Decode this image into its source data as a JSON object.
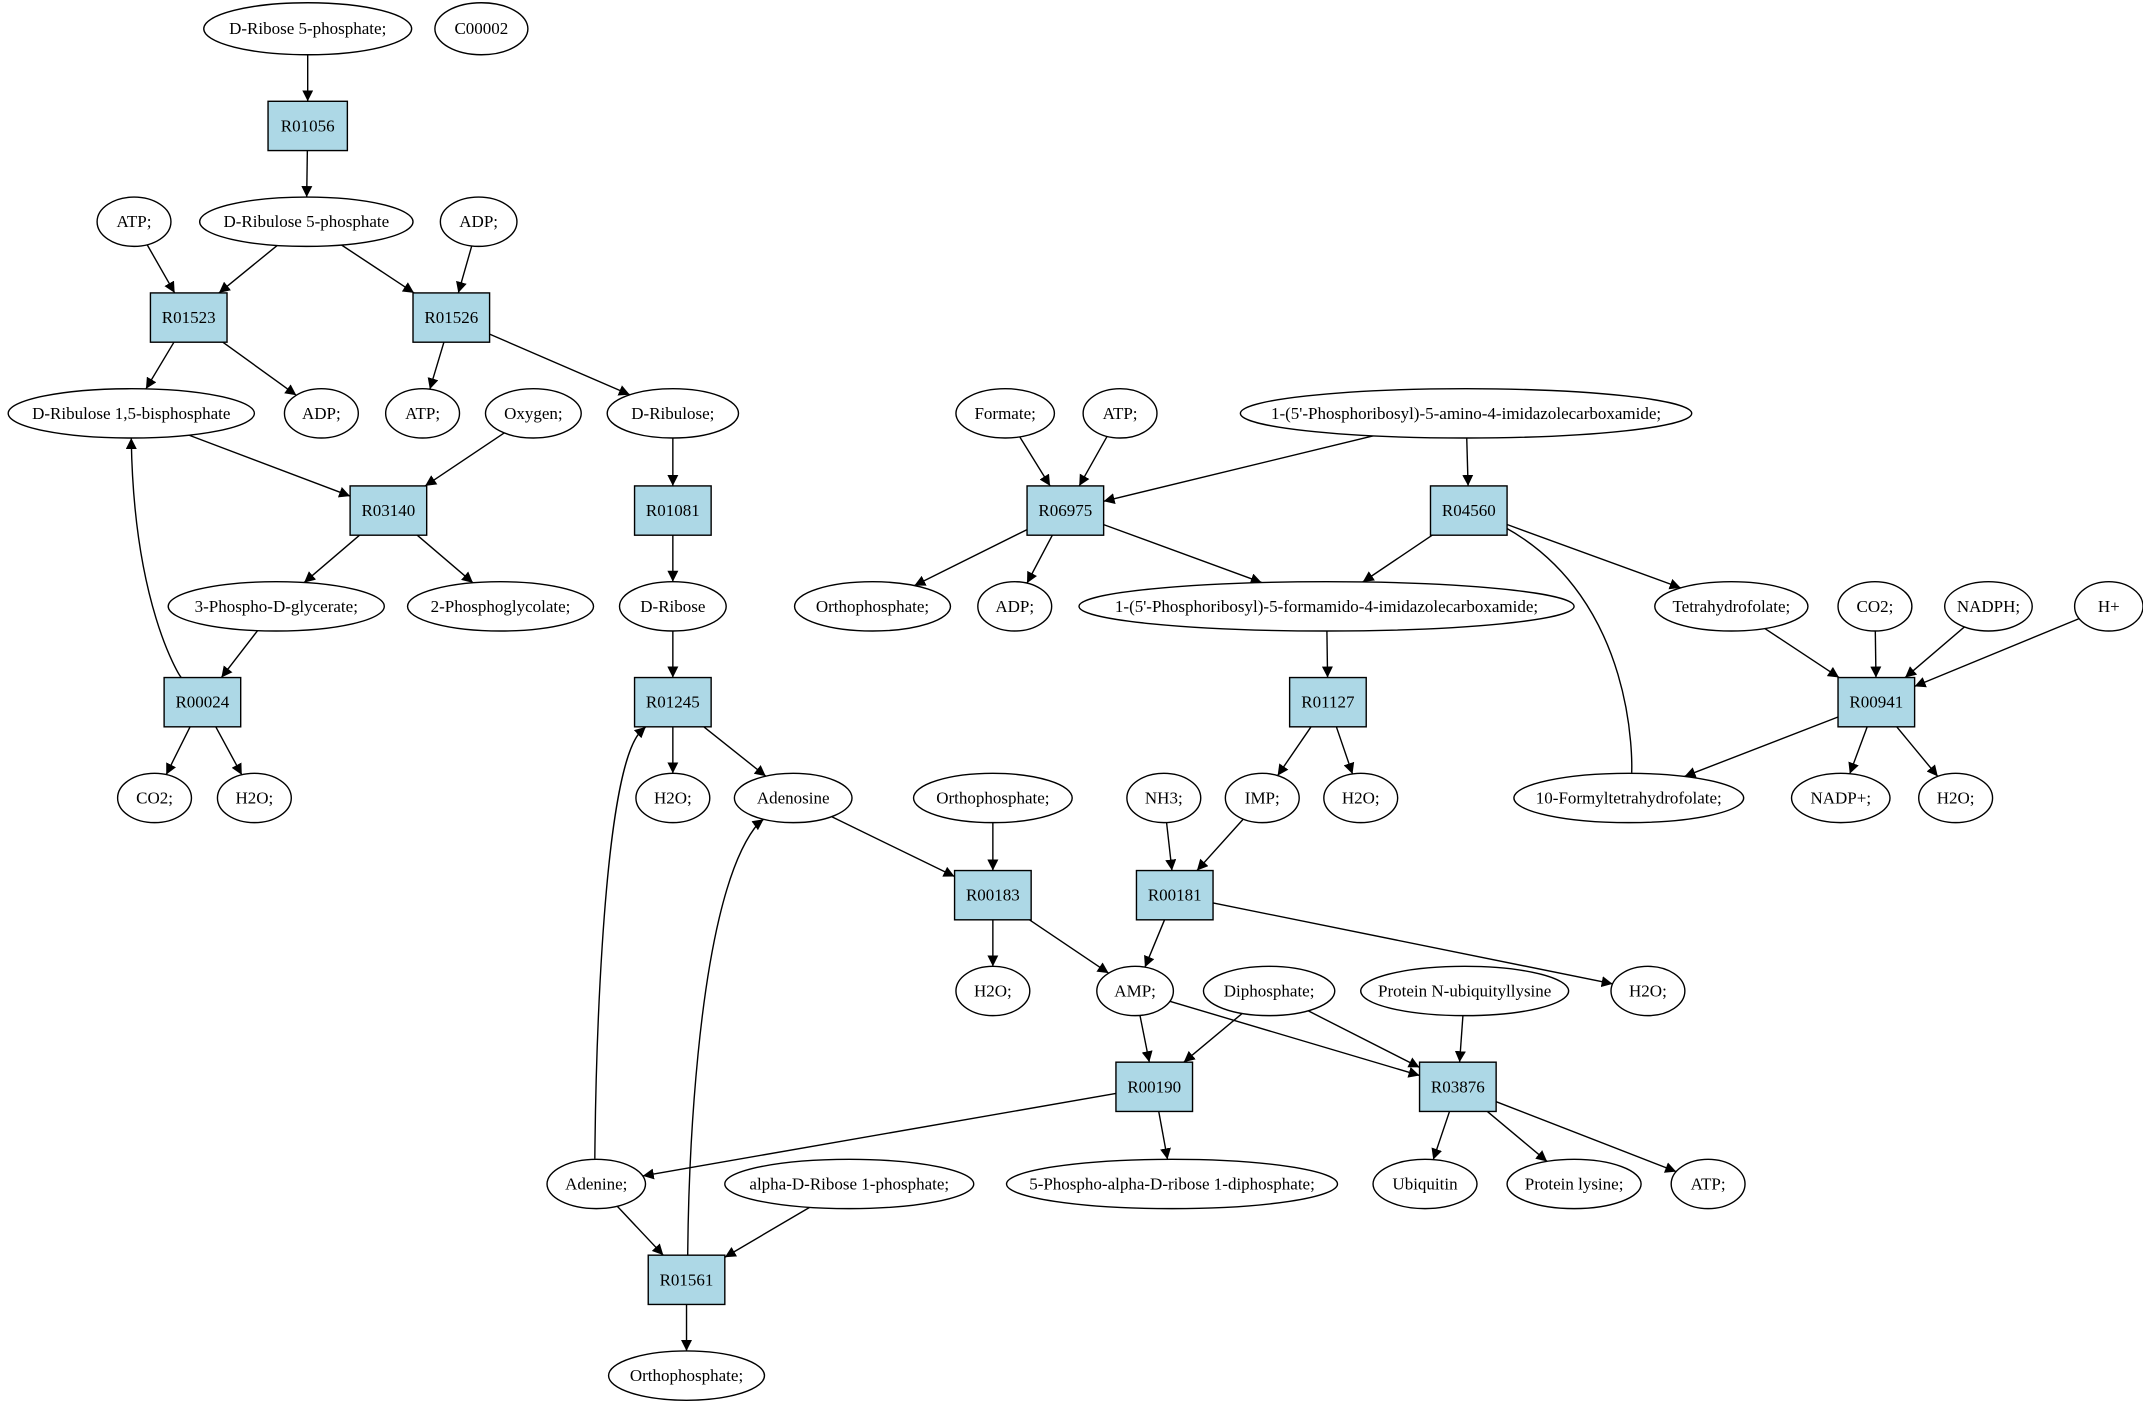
{
  "nodes": {
    "n_d_ribose_5p": {
      "label": "D-Ribose 5-phosphate;",
      "kind": "compound",
      "fill": "#00e600"
    },
    "n_c00002": {
      "label": "C00002",
      "kind": "compound",
      "fill": "#ffff00"
    },
    "r01056": {
      "label": "R01056",
      "kind": "reaction"
    },
    "n_atp_1": {
      "label": "ATP;",
      "kind": "compound"
    },
    "n_d_ribulose_5p": {
      "label": "D-Ribulose 5-phosphate",
      "kind": "compound"
    },
    "n_adp_1": {
      "label": "ADP;",
      "kind": "compound"
    },
    "r01523": {
      "label": "R01523",
      "kind": "reaction"
    },
    "r01526": {
      "label": "R01526",
      "kind": "reaction"
    },
    "n_ribulose_bp": {
      "label": "D-Ribulose 1,5-bisphosphate",
      "kind": "compound"
    },
    "n_adp_2": {
      "label": "ADP;",
      "kind": "compound"
    },
    "n_atp_2": {
      "label": "ATP;",
      "kind": "compound"
    },
    "n_oxygen": {
      "label": "Oxygen;",
      "kind": "compound"
    },
    "n_d_ribulose": {
      "label": "D-Ribulose;",
      "kind": "compound"
    },
    "r03140": {
      "label": "R03140",
      "kind": "reaction"
    },
    "r01081": {
      "label": "R01081",
      "kind": "reaction"
    },
    "n_3pg": {
      "label": "3-Phospho-D-glycerate;",
      "kind": "compound"
    },
    "n_2pg": {
      "label": "2-Phosphoglycolate;",
      "kind": "compound"
    },
    "n_d_ribose": {
      "label": "D-Ribose",
      "kind": "compound"
    },
    "r00024": {
      "label": "R00024",
      "kind": "reaction"
    },
    "r01245": {
      "label": "R01245",
      "kind": "reaction"
    },
    "n_co2_1": {
      "label": "CO2;",
      "kind": "compound"
    },
    "n_h2o_1": {
      "label": "H2O;",
      "kind": "compound"
    },
    "n_h2o_2": {
      "label": "H2O;",
      "kind": "compound"
    },
    "n_adenosine": {
      "label": "Adenosine",
      "kind": "compound"
    },
    "n_formate": {
      "label": "Formate;",
      "kind": "compound"
    },
    "n_atp_3": {
      "label": "ATP;",
      "kind": "compound"
    },
    "n_aicar": {
      "label": "1-(5'-Phosphoribosyl)-5-amino-4-imidazolecarboxamide;",
      "kind": "compound"
    },
    "r06975": {
      "label": "R06975",
      "kind": "reaction"
    },
    "r04560": {
      "label": "R04560",
      "kind": "reaction"
    },
    "n_orthophosphate_1": {
      "label": "Orthophosphate;",
      "kind": "compound"
    },
    "n_adp_3": {
      "label": "ADP;",
      "kind": "compound"
    },
    "n_faicar": {
      "label": "1-(5'-Phosphoribosyl)-5-formamido-4-imidazolecarboxamide;",
      "kind": "compound"
    },
    "n_thf": {
      "label": "Tetrahydrofolate;",
      "kind": "compound"
    },
    "n_co2_2": {
      "label": "CO2;",
      "kind": "compound"
    },
    "n_nadph": {
      "label": "NADPH;",
      "kind": "compound"
    },
    "n_hplus": {
      "label": "H+",
      "kind": "compound"
    },
    "r01127": {
      "label": "R01127",
      "kind": "reaction"
    },
    "r00941": {
      "label": "R00941",
      "kind": "reaction"
    },
    "n_orthophosphate_2": {
      "label": "Orthophosphate;",
      "kind": "compound"
    },
    "n_nh3": {
      "label": "NH3;",
      "kind": "compound"
    },
    "n_imp": {
      "label": "IMP;",
      "kind": "compound"
    },
    "n_h2o_3": {
      "label": "H2O;",
      "kind": "compound"
    },
    "n_10fthf": {
      "label": "10-Formyltetrahydrofolate;",
      "kind": "compound"
    },
    "n_nadp": {
      "label": "NADP+;",
      "kind": "compound"
    },
    "n_h2o_4": {
      "label": "H2O;",
      "kind": "compound"
    },
    "r00183": {
      "label": "R00183",
      "kind": "reaction"
    },
    "r00181": {
      "label": "R00181",
      "kind": "reaction"
    },
    "n_h2o_5": {
      "label": "H2O;",
      "kind": "compound"
    },
    "n_amp": {
      "label": "AMP;",
      "kind": "compound"
    },
    "n_diphosphate": {
      "label": "Diphosphate;",
      "kind": "compound"
    },
    "n_prot_ubiq": {
      "label": "Protein N-ubiquityllysine",
      "kind": "compound"
    },
    "n_h2o_6": {
      "label": "H2O;",
      "kind": "compound"
    },
    "r00190": {
      "label": "R00190",
      "kind": "reaction"
    },
    "r03876": {
      "label": "R03876",
      "kind": "reaction"
    },
    "n_adenine": {
      "label": "Adenine;",
      "kind": "compound"
    },
    "n_ar1p": {
      "label": "alpha-D-Ribose 1-phosphate;",
      "kind": "compound"
    },
    "n_prpp": {
      "label": "5-Phospho-alpha-D-ribose 1-diphosphate;",
      "kind": "compound"
    },
    "n_ubiquitin": {
      "label": "Ubiquitin",
      "kind": "compound"
    },
    "n_prot_lys": {
      "label": "Protein lysine;",
      "kind": "compound"
    },
    "n_atp_4": {
      "label": "ATP;",
      "kind": "compound"
    },
    "r01561": {
      "label": "R01561",
      "kind": "reaction"
    },
    "n_orthophosphate_3": {
      "label": "Orthophosphate;",
      "kind": "compound"
    }
  },
  "edges": [
    [
      "n_d_ribose_5p",
      "r01056"
    ],
    [
      "r01056",
      "n_d_ribulose_5p"
    ],
    [
      "n_atp_1",
      "r01523"
    ],
    [
      "n_d_ribulose_5p",
      "r01523"
    ],
    [
      "n_d_ribulose_5p",
      "r01526"
    ],
    [
      "n_adp_1",
      "r01526"
    ],
    [
      "r01523",
      "n_ribulose_bp"
    ],
    [
      "r01523",
      "n_adp_2"
    ],
    [
      "r01526",
      "n_atp_2"
    ],
    [
      "r01526",
      "n_d_ribulose"
    ],
    [
      "n_ribulose_bp",
      "r03140"
    ],
    [
      "n_oxygen",
      "r03140"
    ],
    [
      "r03140",
      "n_3pg"
    ],
    [
      "r03140",
      "n_2pg"
    ],
    [
      "n_3pg",
      "r00024"
    ],
    [
      "r00024",
      "n_ribulose_bp"
    ],
    [
      "r00024",
      "n_co2_1"
    ],
    [
      "r00024",
      "n_h2o_1"
    ],
    [
      "n_d_ribulose",
      "r01081"
    ],
    [
      "r01081",
      "n_d_ribose"
    ],
    [
      "n_d_ribose",
      "r01245"
    ],
    [
      "r01245",
      "n_h2o_2"
    ],
    [
      "r01245",
      "n_adenosine"
    ],
    [
      "n_adenine",
      "r01245"
    ],
    [
      "r01561",
      "n_adenosine"
    ],
    [
      "n_formate",
      "r06975"
    ],
    [
      "n_atp_3",
      "r06975"
    ],
    [
      "n_aicar",
      "r06975"
    ],
    [
      "n_aicar",
      "r04560"
    ],
    [
      "r06975",
      "n_orthophosphate_1"
    ],
    [
      "r06975",
      "n_adp_3"
    ],
    [
      "r06975",
      "n_faicar"
    ],
    [
      "r04560",
      "n_faicar"
    ],
    [
      "r04560",
      "n_thf"
    ],
    [
      "n_10fthf",
      "r04560"
    ],
    [
      "n_faicar",
      "r01127"
    ],
    [
      "r01127",
      "n_imp"
    ],
    [
      "r01127",
      "n_h2o_3"
    ],
    [
      "n_thf",
      "r00941"
    ],
    [
      "n_co2_2",
      "r00941"
    ],
    [
      "n_nadph",
      "r00941"
    ],
    [
      "n_hplus",
      "r00941"
    ],
    [
      "r00941",
      "n_10fthf"
    ],
    [
      "r00941",
      "n_nadp"
    ],
    [
      "r00941",
      "n_h2o_4"
    ],
    [
      "n_adenosine",
      "r00183"
    ],
    [
      "n_orthophosphate_2",
      "r00183"
    ],
    [
      "r00183",
      "n_h2o_5"
    ],
    [
      "r00183",
      "n_amp"
    ],
    [
      "n_nh3",
      "r00181"
    ],
    [
      "n_imp",
      "r00181"
    ],
    [
      "r00181",
      "n_amp"
    ],
    [
      "r00181",
      "n_h2o_6"
    ],
    [
      "n_amp",
      "r00190"
    ],
    [
      "n_diphosphate",
      "r00190"
    ],
    [
      "n_amp",
      "r03876"
    ],
    [
      "n_diphosphate",
      "r03876"
    ],
    [
      "n_prot_ubiq",
      "r03876"
    ],
    [
      "r00190",
      "n_adenine"
    ],
    [
      "r00190",
      "n_prpp"
    ],
    [
      "r03876",
      "n_ubiquitin"
    ],
    [
      "r03876",
      "n_prot_lys"
    ],
    [
      "r03876",
      "n_atp_4"
    ],
    [
      "n_adenine",
      "r01561"
    ],
    [
      "n_ar1p",
      "r01561"
    ],
    [
      "r01561",
      "n_orthophosphate_3"
    ]
  ]
}
